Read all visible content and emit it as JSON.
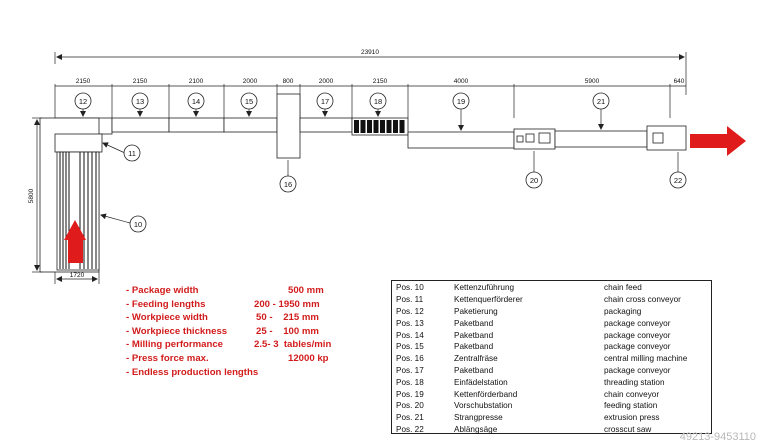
{
  "diagram": {
    "total_length": "23910",
    "segments": [
      "2150",
      "2150",
      "2100",
      "2000",
      "800",
      "2000",
      "2150",
      "4000",
      "5900",
      "640"
    ],
    "left_height": "5800",
    "left_width": "1720",
    "positions": [
      "10",
      "11",
      "12",
      "13",
      "14",
      "15",
      "16",
      "17",
      "18",
      "19",
      "20",
      "21",
      "22"
    ],
    "arrow_color": "#e01b1b"
  },
  "specs": [
    {
      "label": "- Package width",
      "value": "500 mm"
    },
    {
      "label": "- Feeding lengths",
      "value": "200 - 1950 mm"
    },
    {
      "label": "- Workpiece width",
      "value": "50 -    215 mm"
    },
    {
      "label": "- Workpiece thickness",
      "value": "25 -    100 mm"
    },
    {
      "label": "- Milling performance",
      "value": "2.5- 3  tables/min"
    },
    {
      "label": "- Press force max.",
      "value": "12000 kp"
    },
    {
      "label": "- Endless production lengths",
      "value": ""
    }
  ],
  "legend": [
    {
      "pos": "Pos. 10",
      "de": "Kettenzuführung",
      "en": "chain feed"
    },
    {
      "pos": "Pos. 11",
      "de": "Kettenquerförderer",
      "en": "chain cross conveyor"
    },
    {
      "pos": "Pos. 12",
      "de": "Paketierung",
      "en": "packaging"
    },
    {
      "pos": "Pos. 13",
      "de": "Paketband",
      "en": "package conveyor"
    },
    {
      "pos": "Pos. 14",
      "de": "Paketband",
      "en": "package conveyor"
    },
    {
      "pos": "Pos. 15",
      "de": "Paketband",
      "en": "package conveyor"
    },
    {
      "pos": "Pos. 16",
      "de": "Zentralfräse",
      "en": "central milling machine"
    },
    {
      "pos": "Pos. 17",
      "de": "Paketband",
      "en": "package conveyor"
    },
    {
      "pos": "Pos. 18",
      "de": "Einfädelstation",
      "en": "threading station"
    },
    {
      "pos": "Pos. 19",
      "de": "Kettenförderband",
      "en": "chain conveyor"
    },
    {
      "pos": "Pos. 20",
      "de": "Vorschubstation",
      "en": "feeding station"
    },
    {
      "pos": "Pos. 21",
      "de": "Strangpresse",
      "en": "extrusion press"
    },
    {
      "pos": "Pos. 22",
      "de": "Ablängsäge",
      "en": "crosscut saw"
    }
  ],
  "watermark": "49213-9453110"
}
